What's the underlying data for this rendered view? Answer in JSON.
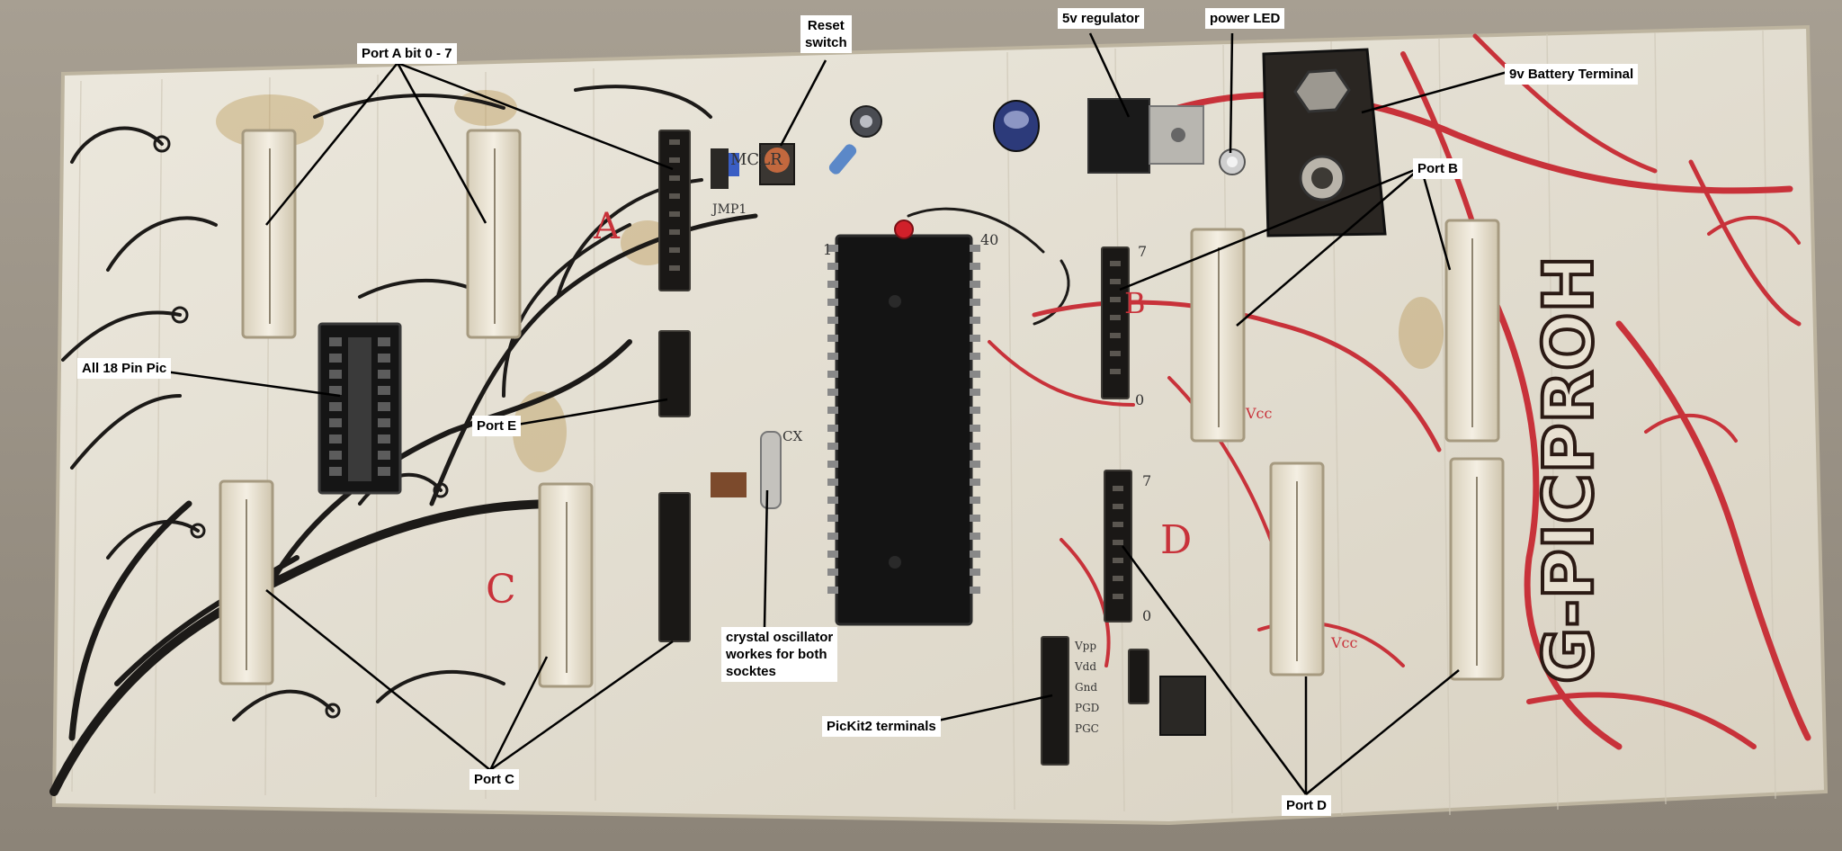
{
  "board": {
    "logo_text": "G-PICPROH"
  },
  "silkscreen": {
    "port_a": "A",
    "port_b": "B",
    "port_c": "C",
    "port_d": "D",
    "mclr": "MCLR",
    "jmp": "JMP1",
    "pin1": "1",
    "pin40": "40",
    "cx": "CX",
    "vcc1": "Vcc",
    "vcc2": "Vcc",
    "bit7_b": "7",
    "bit0_b": "0",
    "bit7_d": "7",
    "bit0_d": "0",
    "pk_vpp": "Vpp",
    "pk_vdd": "Vdd",
    "pk_gnd": "Gnd",
    "pk_pgd": "PGD",
    "pk_pgc": "PGC"
  },
  "labels": {
    "port_a": "Port A bit 0 - 7",
    "reset": [
      "Reset",
      "switch"
    ],
    "regulator": "5v regulator",
    "power_led": "power LED",
    "battery": "9v Battery Terminal",
    "port_b": "Port B",
    "pin18": "All 18 Pin Pic",
    "port_e": "Port E",
    "crystal": [
      "crystal  oscillator",
      "workes for both",
      "socktes"
    ],
    "pickit": "PicKit2 terminals",
    "port_c": "Port C",
    "port_d": "Port D"
  },
  "colors": {
    "board": "#e6e1d6",
    "ink_black": "#1c1a18",
    "ink_red": "#c8323a",
    "header_white": "#f1ece0",
    "ic_black": "#141414",
    "callout_line": "#000000"
  }
}
